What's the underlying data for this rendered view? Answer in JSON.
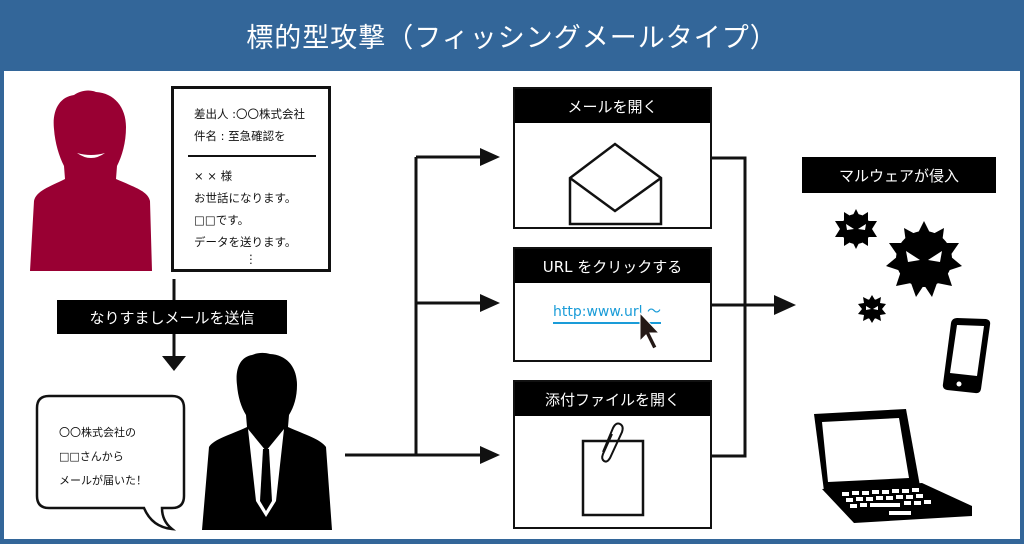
{
  "header": {
    "title": "標的型攻撃（フィッシングメールタイプ）"
  },
  "colors": {
    "header_bg": "#336699",
    "attacker": "#990033",
    "victim": "#000000",
    "link": "#1a9cd8"
  },
  "attacker": {
    "icon": "attacker-silhouette-icon"
  },
  "email": {
    "sender": "差出人 :〇〇株式会社",
    "subject": "件名 : 至急確認を",
    "body": [
      "× × 様",
      "お世話になります。",
      "□□です。",
      "データを送ります。"
    ],
    "ellipsis": "⋮"
  },
  "send_label": "なりすましメールを送信",
  "victim": {
    "icon": "victim-silhouette-icon",
    "speech": [
      "〇〇株式会社の",
      "□□さんから",
      "メールが届いた！"
    ]
  },
  "steps": [
    {
      "label": "メールを開く",
      "icon": "envelope-open-icon"
    },
    {
      "label": "URL をクリックする",
      "link_text": "http:www.url 〜",
      "icon": "cursor-icon"
    },
    {
      "label": "添付ファイルを開く",
      "icon": "paperclip-document-icon"
    }
  ],
  "result": {
    "label": "マルウェアが侵入",
    "icons": [
      "malware-virus-icon",
      "laptop-icon",
      "smartphone-icon"
    ]
  }
}
